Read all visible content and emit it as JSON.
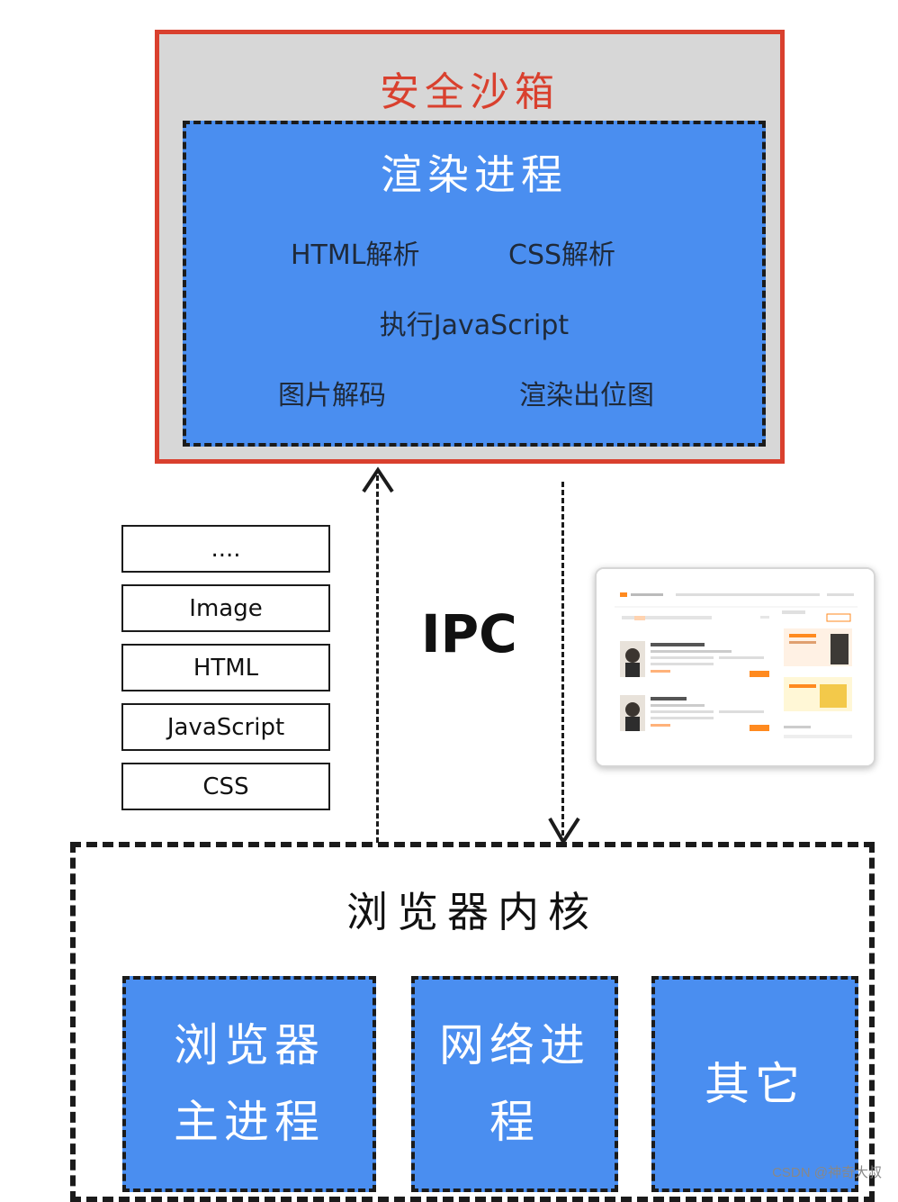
{
  "sandbox": {
    "title": "安全沙箱",
    "render_process": {
      "title": "渲染进程",
      "html_parse": "HTML解析",
      "css_parse": "CSS解析",
      "exec_js": "执行JavaScript",
      "image_decode": "图片解码",
      "render_bitmap": "渲染出位图"
    }
  },
  "ipc_label": "IPC",
  "resources": [
    "....",
    "Image",
    "HTML",
    "JavaScript",
    "CSS"
  ],
  "kernel": {
    "title": "浏览器内核",
    "processes": {
      "browser_main_line1": "浏览器",
      "browser_main_line2": "主进程",
      "network_line1": "网络进",
      "network_line2": "程",
      "other": "其它"
    }
  },
  "watermark": "CSDN @神奇大叔",
  "colors": {
    "sandbox_border": "#d9402e",
    "sandbox_fill": "#d7d7d7",
    "process_blue": "#4a8ef0",
    "accent_orange": "#ff8a1f"
  }
}
